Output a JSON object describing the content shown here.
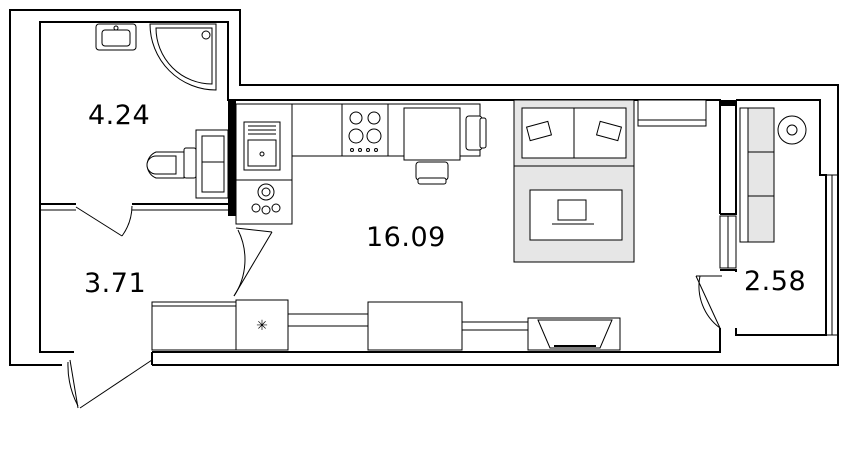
{
  "rooms": [
    {
      "id": "bathroom",
      "area": "4.24"
    },
    {
      "id": "hallway",
      "area": "3.71"
    },
    {
      "id": "living",
      "area": "16.09"
    },
    {
      "id": "balcony",
      "area": "2.58"
    }
  ],
  "colors": {
    "wall": "#000000",
    "furniture_fill": "#ffffff",
    "soft_fill": "#e6e6e6",
    "background": "#ffffff"
  },
  "icons": [
    "sink-icon",
    "shower-icon",
    "toilet-icon",
    "washing-machine-icon",
    "stove-icon",
    "kitchen-sink-icon",
    "table-icon",
    "chair-icon",
    "sofa-icon",
    "laptop-icon",
    "armchair-icon",
    "lamp-icon",
    "wardrobe-icon",
    "radiator-icon",
    "tv-stand-icon"
  ]
}
